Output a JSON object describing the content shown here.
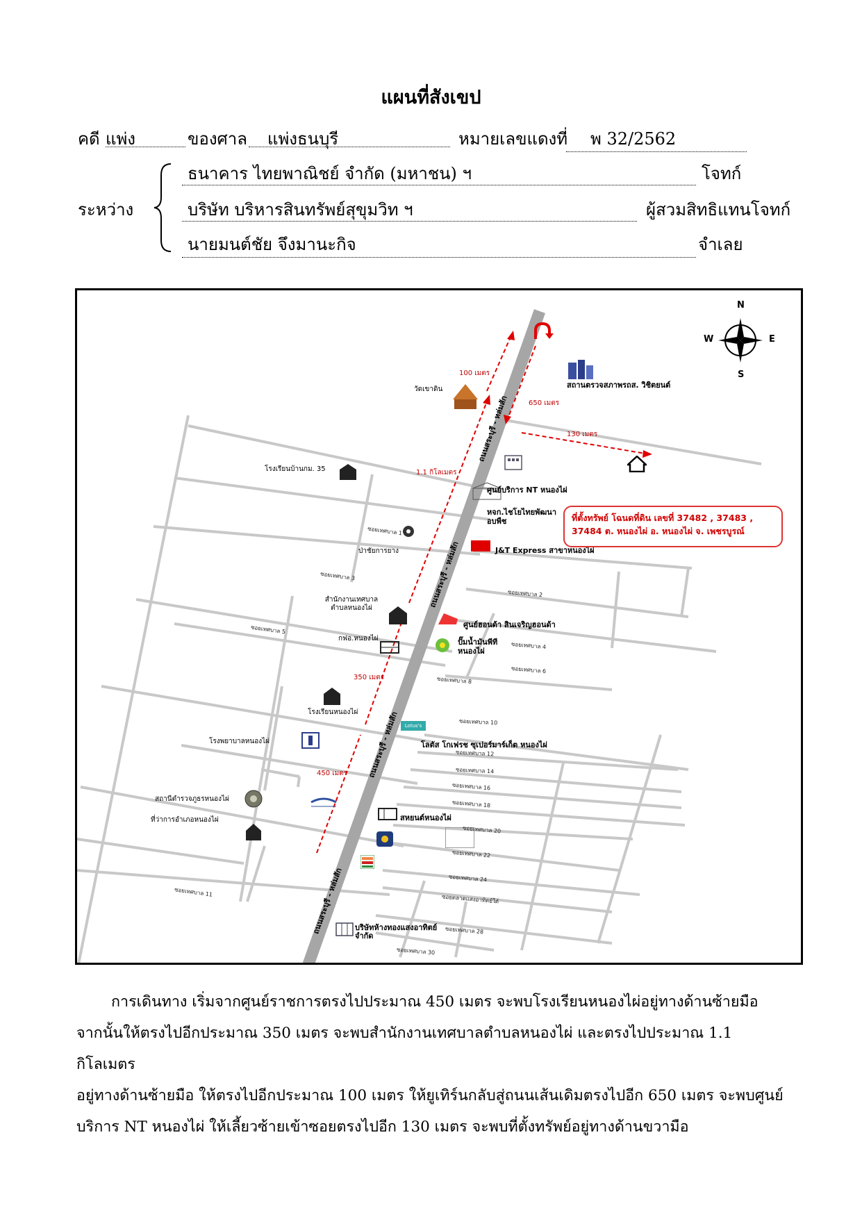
{
  "header": {
    "title": "แผนที่สังเขป",
    "case_label": "คดี",
    "case_type": "แพ่ง",
    "court_label": "ของศาล",
    "court_name": "แพ่งธนบุรี",
    "red_no_label": "หมายเลขแดงที่",
    "red_no": "พ 32/2562",
    "between_label": "ระหว่าง",
    "parties": [
      {
        "name": "ธนาคาร ไทยพาณิชย์  จำกัด  (มหาชน) ฯ",
        "role": "โจทก์"
      },
      {
        "name": "บริษัท บริหารสินทรัพย์สุขุมวิท ฯ",
        "role": "ผู้สวมสิทธิแทนโจทก์"
      },
      {
        "name": "นายมนต์ชัย จึงมานะกิจ",
        "role": "จำเลย"
      }
    ]
  },
  "map": {
    "compass": {
      "n": "N",
      "s": "S",
      "e": "E",
      "w": "W"
    },
    "main_road": "ถนนสระบุรี - หล่มสัก",
    "landmarks": {
      "temple": "วัดเขาดิน",
      "inspection": "สถานตรวจสภาพรถส. วิชิตยนต์",
      "school35": "โรงเรียนบ้านกม. 35",
      "nt": "ศูนย์บริการ NT หนองไผ่",
      "hardware": "หจก.ไชโยไทยพัฒนา อบพืช",
      "tire": "ป่าชัยการยาง",
      "jnt": "J&T Express สาขาหนองไผ่",
      "municipal": "สำนักงานเทศบาล ตำบลหนองไผ่",
      "honda": "ศูนย์ฮอนด้า สินเจริญฮอนด้า",
      "pea": "กฟอ.หนองไผ่",
      "ptt": "ปั๊มน้ำมันพีที หนองไผ่",
      "school": "โรงเรียนหนองไผ่",
      "lotus": "โลตัส โกเฟรช ซุเปอร์มาร์เก็ต หนองไผ่",
      "hospital": "โรงพยาบาลหนองไผ่",
      "police": "สถานีตำรวจภูธรหนองไผ่",
      "district": "ที่ว่าการอำเภอหนองไผ่",
      "cooperative": "สหยนต์หนองไผ่",
      "goldshop": "บริษัทห้างทองแสงอาทิตย์ จำกัด",
      "lotus_logo": "Lotus's"
    },
    "sois": {
      "s1": "ซอยเทศบาล 1",
      "s2": "ซอยเทศบาล 2",
      "s3": "ซอยเทศบาล 3",
      "s4": "ซอยเทศบาล 4",
      "s5": "ซอยเทศบาล 5",
      "s6": "ซอยเทศบาล 6",
      "s8": "ซอยเทศบาล 8",
      "s10": "ซอยเทศบาล 10",
      "s11": "ซอยเทศบาล 11",
      "s12": "ซอยเทศบาล 12",
      "s14": "ซอยเทศบาล 14",
      "s16": "ซอยเทศบาล 16",
      "s18": "ซอยเทศบาล 18",
      "s20": "ซอยเทศบาล 20",
      "s22": "ซอยเทศบาล 22",
      "s24": "ซอยเทศบาล 24",
      "market": "ซอยตลาดแสงอาทิตย์ใต้",
      "s28": "ซอยเทศบาล 28",
      "s30": "ซอยเทศบาล 30"
    },
    "distances": {
      "d450": "450 เมตร",
      "d350": "350 เมตร",
      "d1100": "1.1 กิโลเมตร",
      "d100": "100 เมตร",
      "d650": "650 เมตร",
      "d130": "130 เมตร"
    },
    "callout": "ที่ตั้งทรัพย์ โฉนดที่ดิน เลขที่ 37482 ,  37483 ,  37484  ต. หนองไผ่ อ. หนองไผ่ จ. เพชรบูรณ์",
    "route_color": "#e00000"
  },
  "directions": [
    "การเดินทาง  เริ่มจากศูนย์ราชการตรงไปประมาณ 450 เมตร จะพบโรงเรียนหนองไผ่อยู่ทางด้านซ้ายมือ",
    "จากนั้นให้ตรงไปอีกประมาณ 350 เมตร จะพบสำนักงานเทศบาลตำบลหนองไผ่ และตรงไปประมาณ 1.1 กิโลเมตร",
    "อยู่ทางด้านซ้ายมือ ให้ตรงไปอีกประมาณ 100 เมตร ให้ยูเทิร์นกลับสู่ถนนเส้นเดิมตรงไปอีก 650 เมตร จะพบศูนย์",
    "บริการ NT หนองไผ่ ให้เลี้ยวซ้ายเข้าซอยตรงไปอีก 130 เมตร จะพบที่ตั้งทรัพย์อยู่ทางด้านขวามือ"
  ]
}
